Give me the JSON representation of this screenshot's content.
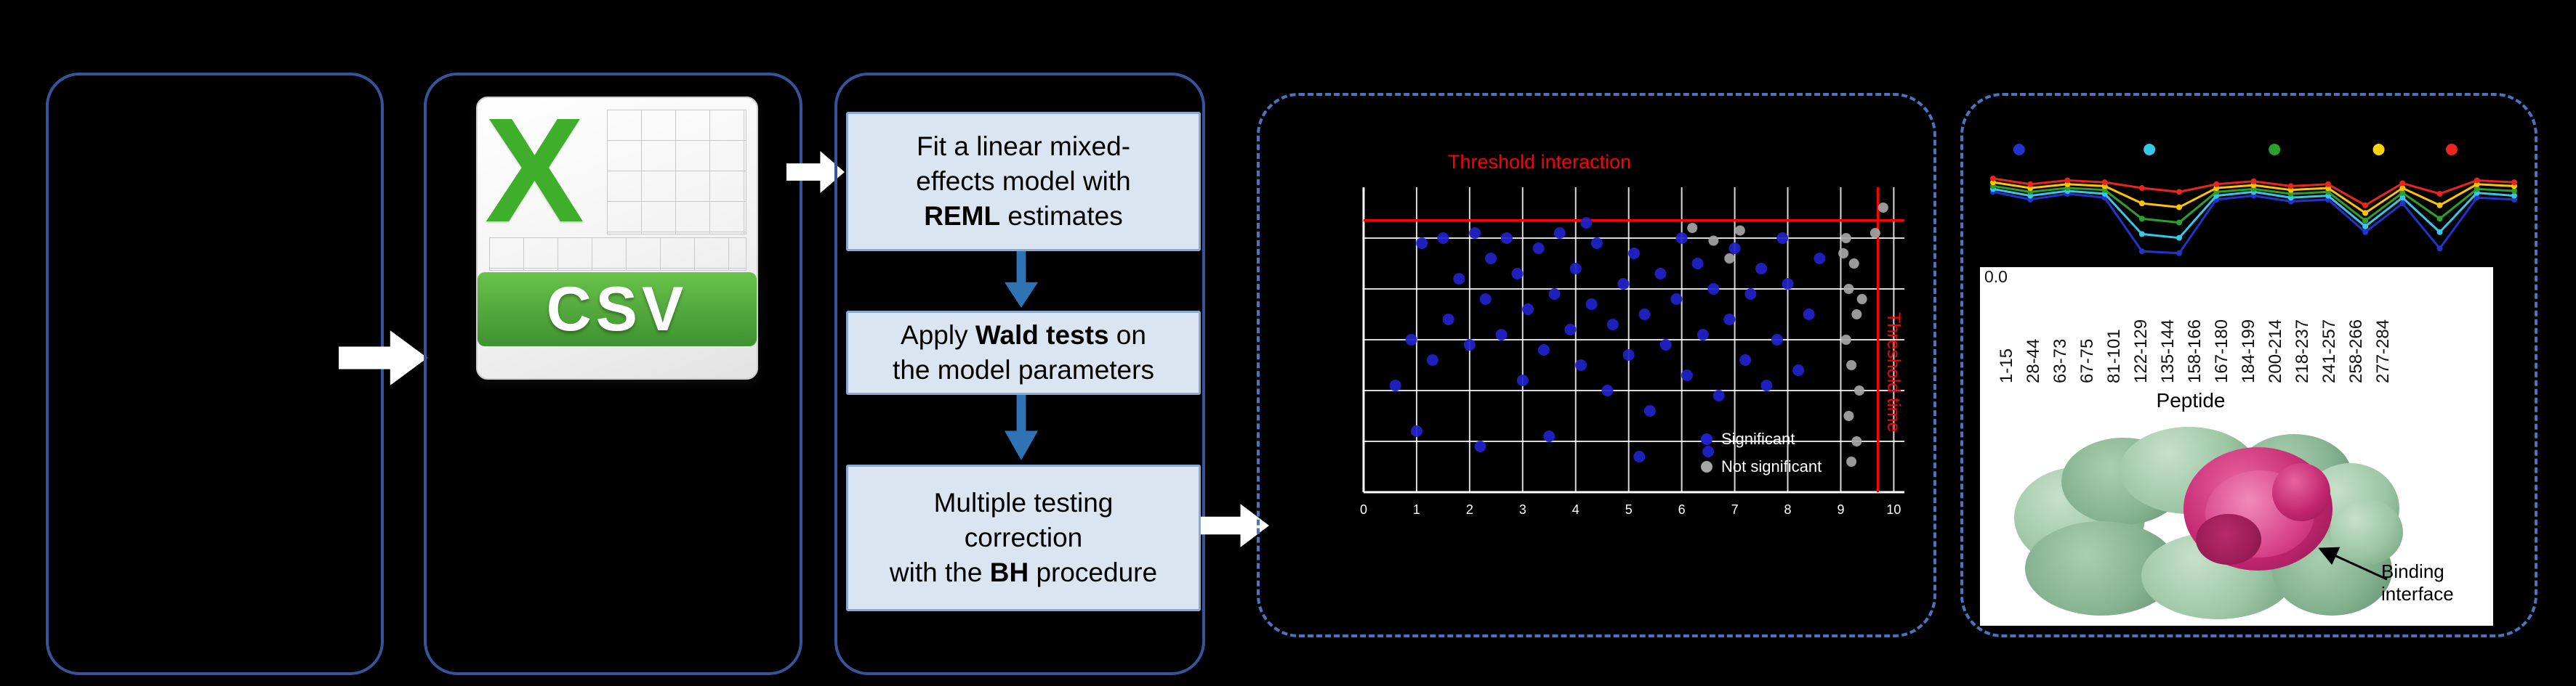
{
  "figure": {
    "background": "#000000"
  },
  "csv_icon": {
    "letter": "X",
    "label": "CSV"
  },
  "steps": {
    "s1": {
      "l1": "Fit a linear mixed-",
      "l2": "effects model with",
      "l3_bold": "REML",
      "l3_rest": " estimates"
    },
    "s2": {
      "l1_pre": "Apply ",
      "l1_bold": "Wald tests",
      "l1_post": " on",
      "l2": "the model parameters"
    },
    "s3": {
      "l1": "Multiple testing",
      "l2": "correction",
      "l3_pre": "with the ",
      "l3_bold": "BH",
      "l3_post": " procedure"
    }
  },
  "peptide_panel": {
    "annotation": "Binding interface"
  },
  "chart_data": [
    {
      "type": "scatter",
      "title": "Threshold interaction",
      "vline_label": "Threshold time",
      "xlim": [
        0,
        10.2
      ],
      "ylim": [
        0,
        6
      ],
      "xticks": [
        0,
        1,
        2,
        3,
        4,
        5,
        6,
        7,
        8,
        9,
        10
      ],
      "yticks": [
        1,
        2,
        3,
        4,
        5
      ],
      "threshold_hline": 5.35,
      "threshold_vline": 9.7,
      "grid": true,
      "legend": [
        {
          "label": "Significant",
          "color": "#2222cc"
        },
        {
          "label": "Not significant",
          "color": "#a6a6a6"
        }
      ],
      "series": [
        {
          "name": "significant",
          "color": "#2222cc",
          "points": [
            [
              0.6,
              2.1
            ],
            [
              0.9,
              3.0
            ],
            [
              1.1,
              4.9
            ],
            [
              1.3,
              2.6
            ],
            [
              1.5,
              5.0
            ],
            [
              1.6,
              3.4
            ],
            [
              1.8,
              4.2
            ],
            [
              2.0,
              2.9
            ],
            [
              2.1,
              5.1
            ],
            [
              2.3,
              3.8
            ],
            [
              2.4,
              4.6
            ],
            [
              2.6,
              3.1
            ],
            [
              2.7,
              5.0
            ],
            [
              2.9,
              4.3
            ],
            [
              3.0,
              2.2
            ],
            [
              3.1,
              3.6
            ],
            [
              3.3,
              4.8
            ],
            [
              3.4,
              2.8
            ],
            [
              3.6,
              3.9
            ],
            [
              3.7,
              5.1
            ],
            [
              3.9,
              3.2
            ],
            [
              4.0,
              4.4
            ],
            [
              4.1,
              2.5
            ],
            [
              4.3,
              3.7
            ],
            [
              4.4,
              4.9
            ],
            [
              4.6,
              2.0
            ],
            [
              4.7,
              3.3
            ],
            [
              4.9,
              4.1
            ],
            [
              5.0,
              2.7
            ],
            [
              5.1,
              4.7
            ],
            [
              5.3,
              3.5
            ],
            [
              5.4,
              1.6
            ],
            [
              5.6,
              4.3
            ],
            [
              5.7,
              2.9
            ],
            [
              5.9,
              3.8
            ],
            [
              6.0,
              5.0
            ],
            [
              6.1,
              2.3
            ],
            [
              6.3,
              4.5
            ],
            [
              6.4,
              3.1
            ],
            [
              6.6,
              4.0
            ],
            [
              6.7,
              1.9
            ],
            [
              6.9,
              3.4
            ],
            [
              7.0,
              4.8
            ],
            [
              7.2,
              2.6
            ],
            [
              7.3,
              3.9
            ],
            [
              7.5,
              4.4
            ],
            [
              7.6,
              2.1
            ],
            [
              7.8,
              3.0
            ],
            [
              8.0,
              4.1
            ],
            [
              8.2,
              2.4
            ],
            [
              1.0,
              1.2
            ],
            [
              2.2,
              0.9
            ],
            [
              3.5,
              1.1
            ],
            [
              5.2,
              0.7
            ],
            [
              6.5,
              0.8
            ],
            [
              4.2,
              5.3
            ],
            [
              7.9,
              5.0
            ],
            [
              8.4,
              3.5
            ],
            [
              8.6,
              4.6
            ]
          ]
        },
        {
          "name": "not-significant",
          "color": "#a6a6a6",
          "points": [
            [
              9.1,
              5.0
            ],
            [
              9.25,
              4.5
            ],
            [
              9.15,
              4.0
            ],
            [
              9.3,
              3.5
            ],
            [
              9.1,
              3.0
            ],
            [
              9.2,
              2.5
            ],
            [
              9.35,
              2.0
            ],
            [
              9.15,
              1.5
            ],
            [
              9.3,
              1.0
            ],
            [
              9.2,
              0.6
            ],
            [
              9.05,
              4.7
            ],
            [
              9.4,
              3.8
            ],
            [
              6.2,
              5.2
            ],
            [
              6.6,
              4.95
            ],
            [
              7.1,
              5.15
            ],
            [
              6.9,
              4.6
            ],
            [
              9.8,
              5.6
            ],
            [
              9.65,
              5.1
            ]
          ]
        }
      ]
    },
    {
      "type": "line",
      "xlabel": "Peptide",
      "ytick_label": "0.0",
      "categories": [
        "1-15",
        "28-44",
        "63-73",
        "67-75",
        "81-101",
        "122-129",
        "135-144",
        "158-166",
        "167-180",
        "184-199",
        "200-214",
        "218-237",
        "241-257",
        "258-266",
        "277-284"
      ],
      "ylim": [
        0,
        1
      ],
      "legend_dot_colors": [
        "#2233cc",
        "#35c8e8",
        "#2ca02c",
        "#ffd300",
        "#e8251f"
      ],
      "legend_dot_fracs": [
        0.05,
        0.3,
        0.54,
        0.74,
        0.88
      ],
      "series": [
        {
          "name": "series-blue",
          "color": "#2233cc",
          "values": [
            0.74,
            0.66,
            0.72,
            0.68,
            0.12,
            0.1,
            0.66,
            0.7,
            0.64,
            0.66,
            0.32,
            0.62,
            0.15,
            0.68,
            0.66
          ]
        },
        {
          "name": "series-cyan",
          "color": "#35c8e8",
          "values": [
            0.77,
            0.7,
            0.75,
            0.72,
            0.3,
            0.26,
            0.7,
            0.74,
            0.68,
            0.7,
            0.38,
            0.68,
            0.32,
            0.73,
            0.7
          ]
        },
        {
          "name": "series-green",
          "color": "#2ca02c",
          "values": [
            0.8,
            0.74,
            0.78,
            0.76,
            0.46,
            0.42,
            0.74,
            0.77,
            0.72,
            0.74,
            0.44,
            0.73,
            0.46,
            0.77,
            0.75
          ]
        },
        {
          "name": "series-yellow",
          "color": "#ffc400",
          "values": [
            0.84,
            0.78,
            0.82,
            0.8,
            0.62,
            0.58,
            0.78,
            0.81,
            0.76,
            0.78,
            0.52,
            0.78,
            0.6,
            0.82,
            0.8
          ]
        },
        {
          "name": "series-red",
          "color": "#e8251f",
          "values": [
            0.88,
            0.82,
            0.86,
            0.84,
            0.78,
            0.74,
            0.82,
            0.85,
            0.8,
            0.82,
            0.6,
            0.83,
            0.72,
            0.86,
            0.84
          ]
        }
      ]
    }
  ]
}
